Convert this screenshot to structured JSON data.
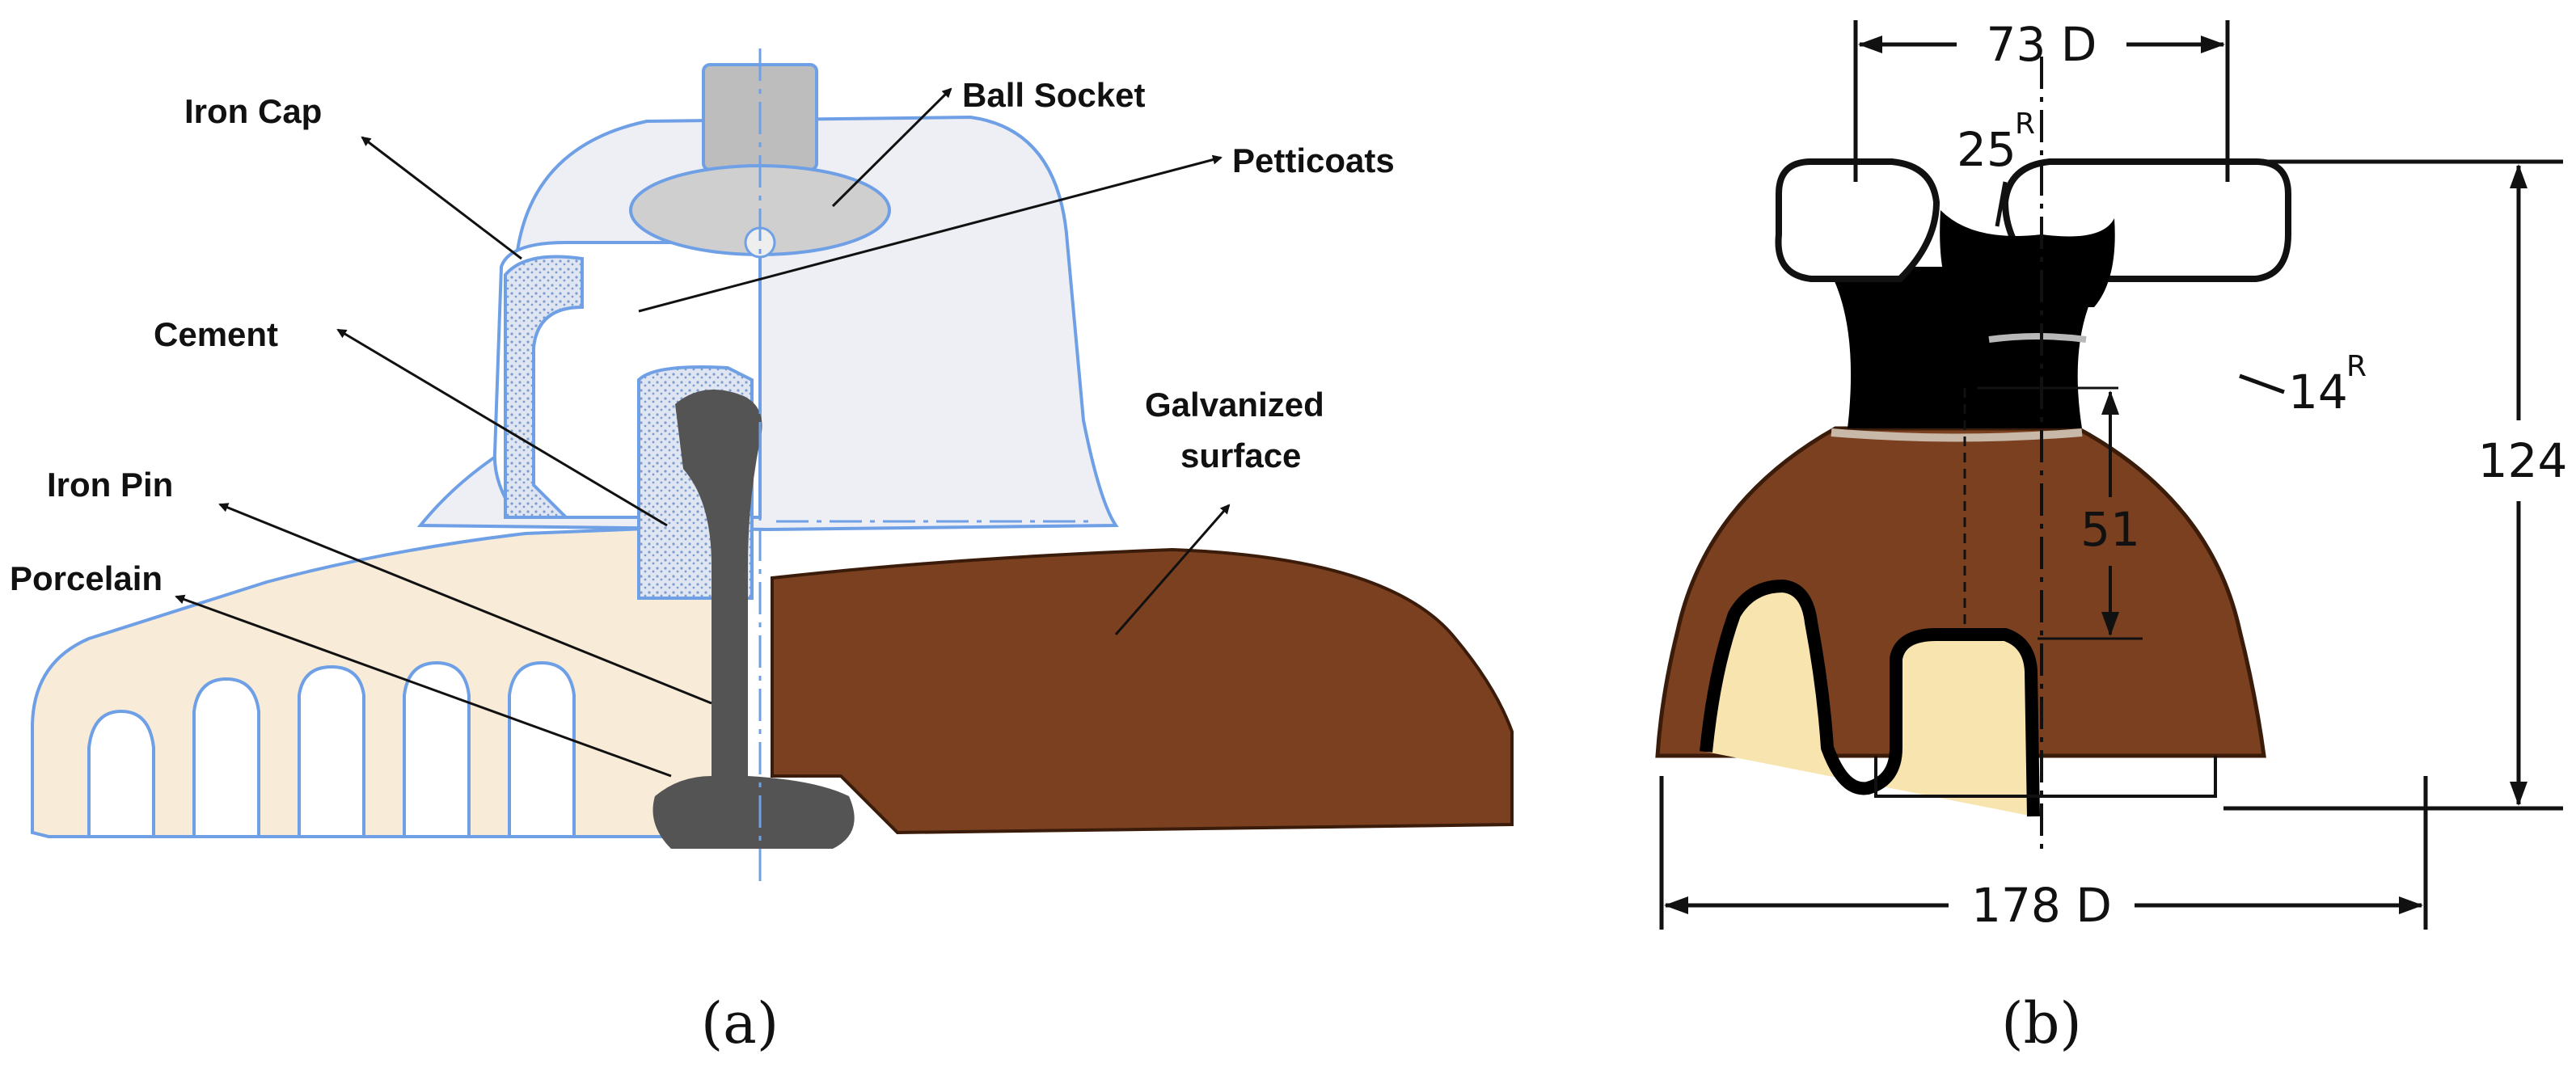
{
  "panel_a": {
    "caption": "(a)",
    "labels": {
      "iron_cap": "Iron Cap",
      "ball_socket": "Ball Socket",
      "petticoats": "Petticoats",
      "cement": "Cement",
      "galvanized_1": "Galvanized",
      "galvanized_2": "surface",
      "iron_pin": "Iron Pin",
      "porcelain": "Porcelain"
    }
  },
  "panel_b": {
    "caption": "(b)",
    "dimensions": {
      "top_diameter": "73 D",
      "bottom_diameter": "178 D",
      "height": "124",
      "pin_depth": "51",
      "radius_25": "25",
      "radius_14": "14",
      "radius_suffix": "R"
    }
  },
  "colors": {
    "porcelain_fill": "#f8ecd9",
    "cap_fill": "#eeeff4",
    "outline": "#6fa0e6",
    "pin": "#545454",
    "brown": "#7a4020",
    "cream": "#f8e4ae",
    "black": "#000000"
  }
}
